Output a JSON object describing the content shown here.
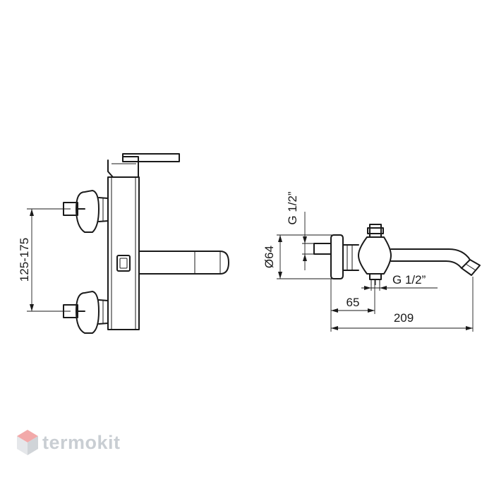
{
  "drawing": {
    "front_view": {
      "dimension_vertical": "125-175"
    },
    "side_view": {
      "dimension_inlet_thread": "G 1/2”",
      "dimension_body_diameter": "Ø64",
      "dimension_outlet_thread": "G 1/2”",
      "dimension_inlet_depth": "65",
      "dimension_total_length": "209"
    }
  },
  "watermark": {
    "brand": "termokit",
    "colors": {
      "text": "#c9ced3",
      "top": "#f2a9a9",
      "left": "#e5e7ea",
      "right": "#d0d4d8"
    }
  }
}
